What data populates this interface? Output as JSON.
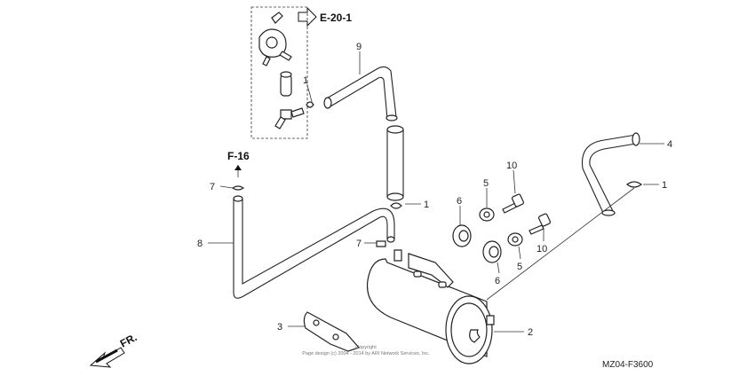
{
  "refs": {
    "e20": "E-20-1",
    "f16": "F-16",
    "fr": "FR."
  },
  "callouts": {
    "c9": "9",
    "c1_top": "1",
    "c4": "4",
    "c1_right": "1",
    "c7_top": "7",
    "c10_top": "10",
    "c5_top": "5",
    "c6_top": "6",
    "c1_mid": "1",
    "c8": "8",
    "c7_mid": "7",
    "c10_bottom": "10",
    "c5_bottom": "5",
    "c6_bottom": "6",
    "c3": "3",
    "c2": "2"
  },
  "copyright": {
    "line1": "Copyright",
    "line2": "Page design (c) 2004 - 2014 by ARI Network Services, Inc."
  },
  "diagram_code": "MZ04-F3600"
}
